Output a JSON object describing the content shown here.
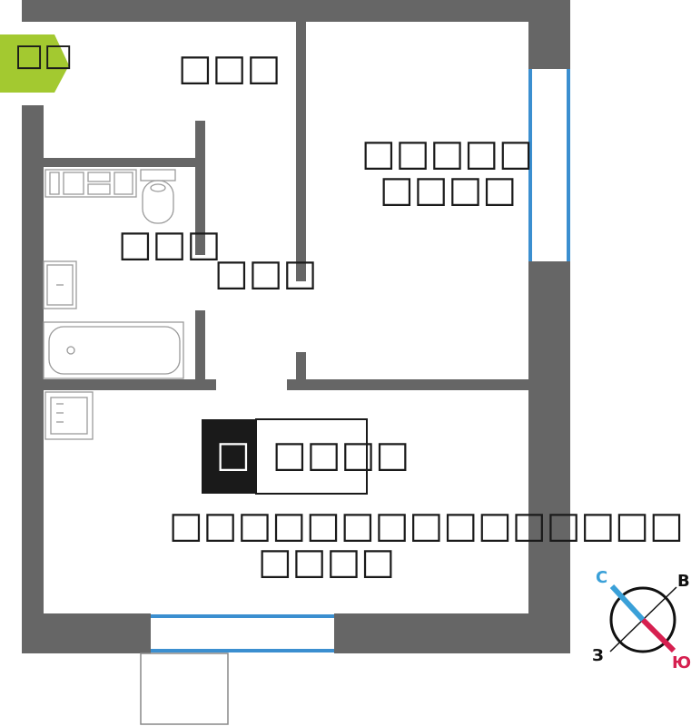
{
  "entrance_tag": {
    "text": "□□",
    "color": "#a3c930"
  },
  "rooms": [
    {
      "key": "hall",
      "text": "□□□"
    },
    {
      "key": "bedroom",
      "lines": [
        "□□□□□",
        "□□□□"
      ]
    },
    {
      "key": "bathroom",
      "text": "□□□"
    },
    {
      "key": "corridor",
      "text": "□□□"
    },
    {
      "key": "living",
      "lines": [
        "□□□□□□□□□□□□□□□",
        "□□□□"
      ]
    }
  ],
  "label_box": {
    "dark_text": "□",
    "light_text": "□□□□"
  },
  "compass": {
    "north": "С",
    "east": "В",
    "south": "Ю",
    "west": "З",
    "north_color": "#3aa0d8",
    "south_color": "#d62050"
  },
  "colors": {
    "wall": "#666666",
    "window": "#3b8fd0",
    "fixture": "#9a9a9a"
  }
}
